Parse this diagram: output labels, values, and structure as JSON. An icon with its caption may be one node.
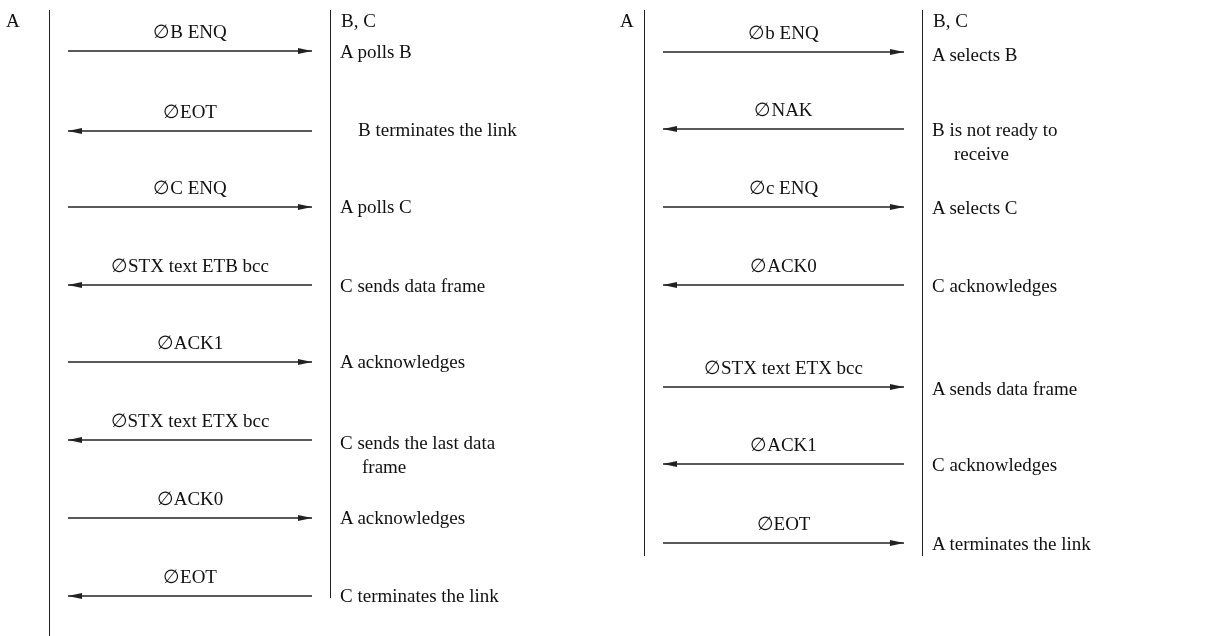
{
  "diagram": {
    "nodes": [
      {
        "text": [
          "A"
        ]
      },
      {
        "text": [
          "B, C"
        ]
      },
      {
        "text": [
          "A"
        ]
      },
      {
        "text": [
          "B, C"
        ]
      }
    ],
    "edges": [
      {
        "from": 0,
        "to": 1,
        "arrow": "to",
        "label": "∅B ENQ"
      },
      {
        "from": 1,
        "to": 0,
        "arrow": "to",
        "label": "∅EOT"
      },
      {
        "from": 0,
        "to": 1,
        "arrow": "to",
        "label": "∅C ENQ"
      },
      {
        "from": 1,
        "to": 0,
        "arrow": "to",
        "label": "∅STX text ETB bcc"
      },
      {
        "from": 0,
        "to": 1,
        "arrow": "to",
        "label": "∅ACK1"
      },
      {
        "from": 1,
        "to": 0,
        "arrow": "to",
        "label": "∅STX text ETX bcc"
      },
      {
        "from": 0,
        "to": 1,
        "arrow": "to",
        "label": "∅ACK0"
      },
      {
        "from": 1,
        "to": 0,
        "arrow": "to",
        "label": "∅EOT"
      },
      {
        "from": 2,
        "to": 3,
        "arrow": "to",
        "label": "∅b ENQ"
      },
      {
        "from": 3,
        "to": 2,
        "arrow": "to",
        "label": "∅NAK"
      },
      {
        "from": 2,
        "to": 3,
        "arrow": "to",
        "label": "∅c ENQ"
      },
      {
        "from": 3,
        "to": 2,
        "arrow": "to",
        "label": "∅ACK0"
      },
      {
        "from": 2,
        "to": 3,
        "arrow": "to",
        "label": "∅STX text ETX bcc"
      },
      {
        "from": 3,
        "to": 2,
        "arrow": "to",
        "label": "∅ACK1"
      },
      {
        "from": 2,
        "to": 3,
        "arrow": "to",
        "label": "∅EOT"
      }
    ],
    "labels": [
      "A polls B",
      "B terminates the link",
      "A polls C",
      "C sends data frame",
      "A acknowledges",
      "C sends the last data frame",
      "A acknowledges",
      "C terminates the link",
      "A selects B",
      "B is not ready to receive",
      "A selects C",
      "C acknowledges",
      "A sends data frame",
      "C acknowledges",
      "A terminates the link"
    ]
  }
}
